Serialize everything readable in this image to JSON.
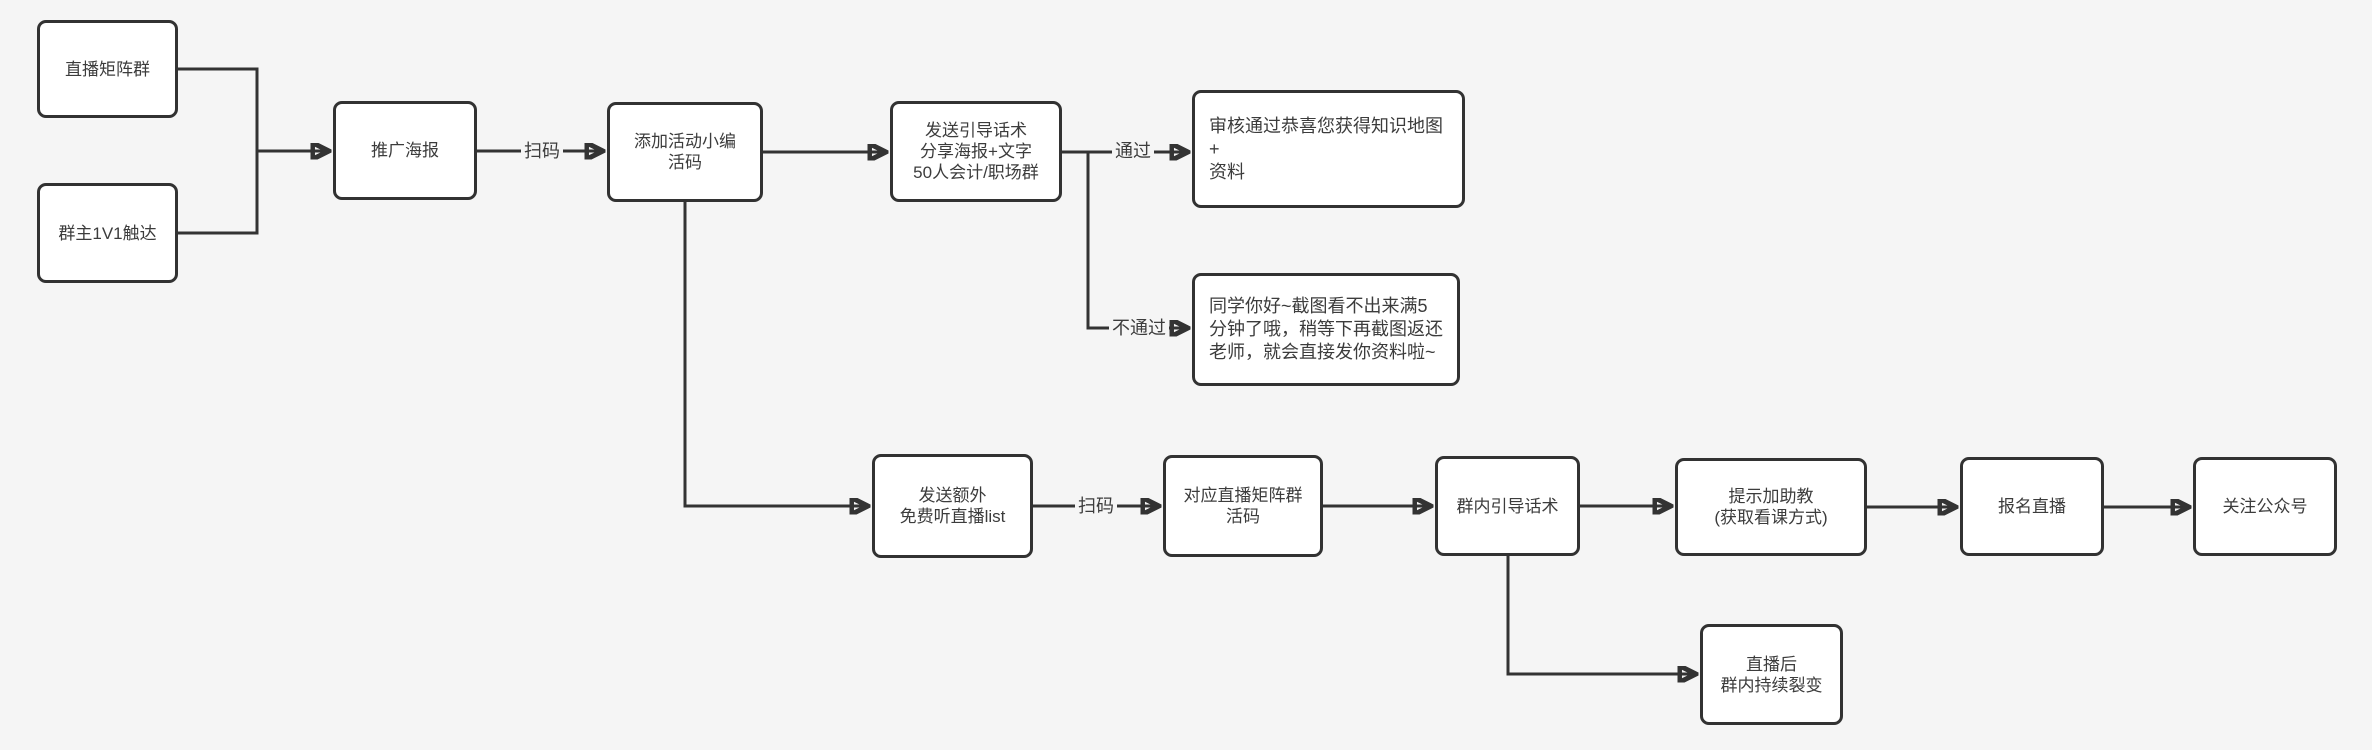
{
  "diagram": {
    "title": "live-broadcast group growth flowchart",
    "background_color": "#F5F5F5",
    "node_fill": "#FFFFFF",
    "node_border_color": "#323232",
    "line_color": "#333333",
    "text_color": "#3C3C3C"
  },
  "nodes": [
    {
      "id": "live-matrix-group",
      "lines": [
        "直播矩阵群"
      ]
    },
    {
      "id": "owner-1v1-reach",
      "lines": [
        "群主1V1触达"
      ]
    },
    {
      "id": "promo-poster",
      "lines": [
        "推广海报"
      ]
    },
    {
      "id": "add-editor-livecode",
      "lines": [
        "添加活动小编",
        "活码"
      ]
    },
    {
      "id": "send-guide-script",
      "lines": [
        "发送引导话术",
        "分享海报+文字",
        "50人会计/职场群"
      ]
    },
    {
      "id": "review-pass-msg",
      "lines": [
        "审核通过恭喜您获得知识地图",
        "+",
        "资料"
      ]
    },
    {
      "id": "review-fail-msg",
      "lines": [
        "同学你好~截图看不出来满5",
        "分钟了哦，稍等下再截图返还",
        "老师，就会直接发你资料啦~"
      ]
    },
    {
      "id": "send-extra-live-list",
      "lines": [
        "发送额外",
        "免费听直播list"
      ]
    },
    {
      "id": "matrix-group-livecode",
      "lines": [
        "对应直播矩阵群",
        "活码"
      ]
    },
    {
      "id": "group-guide-script",
      "lines": [
        "群内引导话术"
      ]
    },
    {
      "id": "prompt-add-ta",
      "lines": [
        "提示加助教",
        "(获取看课方式)"
      ]
    },
    {
      "id": "signup-live",
      "lines": [
        "报名直播"
      ]
    },
    {
      "id": "follow-official-account",
      "lines": [
        "关注公众号"
      ]
    },
    {
      "id": "post-live-fission",
      "lines": [
        "直播后",
        "群内持续裂变"
      ]
    }
  ],
  "edge_labels": [
    {
      "text": "扫码"
    },
    {
      "text": "通过"
    },
    {
      "text": "不通过"
    },
    {
      "text": "扫码"
    }
  ],
  "edges": [
    {
      "from": "live-matrix-group",
      "to": "promo-poster",
      "label": ""
    },
    {
      "from": "owner-1v1-reach",
      "to": "promo-poster",
      "label": ""
    },
    {
      "from": "promo-poster",
      "to": "add-editor-livecode",
      "label": "扫码"
    },
    {
      "from": "add-editor-livecode",
      "to": "send-guide-script",
      "label": ""
    },
    {
      "from": "send-guide-script",
      "to": "review-pass-msg",
      "label": "通过"
    },
    {
      "from": "send-guide-script",
      "to": "review-fail-msg",
      "label": "不通过"
    },
    {
      "from": "add-editor-livecode",
      "to": "send-extra-live-list",
      "label": ""
    },
    {
      "from": "send-extra-live-list",
      "to": "matrix-group-livecode",
      "label": "扫码"
    },
    {
      "from": "matrix-group-livecode",
      "to": "group-guide-script",
      "label": ""
    },
    {
      "from": "group-guide-script",
      "to": "prompt-add-ta",
      "label": ""
    },
    {
      "from": "prompt-add-ta",
      "to": "signup-live",
      "label": ""
    },
    {
      "from": "signup-live",
      "to": "follow-official-account",
      "label": ""
    },
    {
      "from": "group-guide-script",
      "to": "post-live-fission",
      "label": ""
    }
  ]
}
